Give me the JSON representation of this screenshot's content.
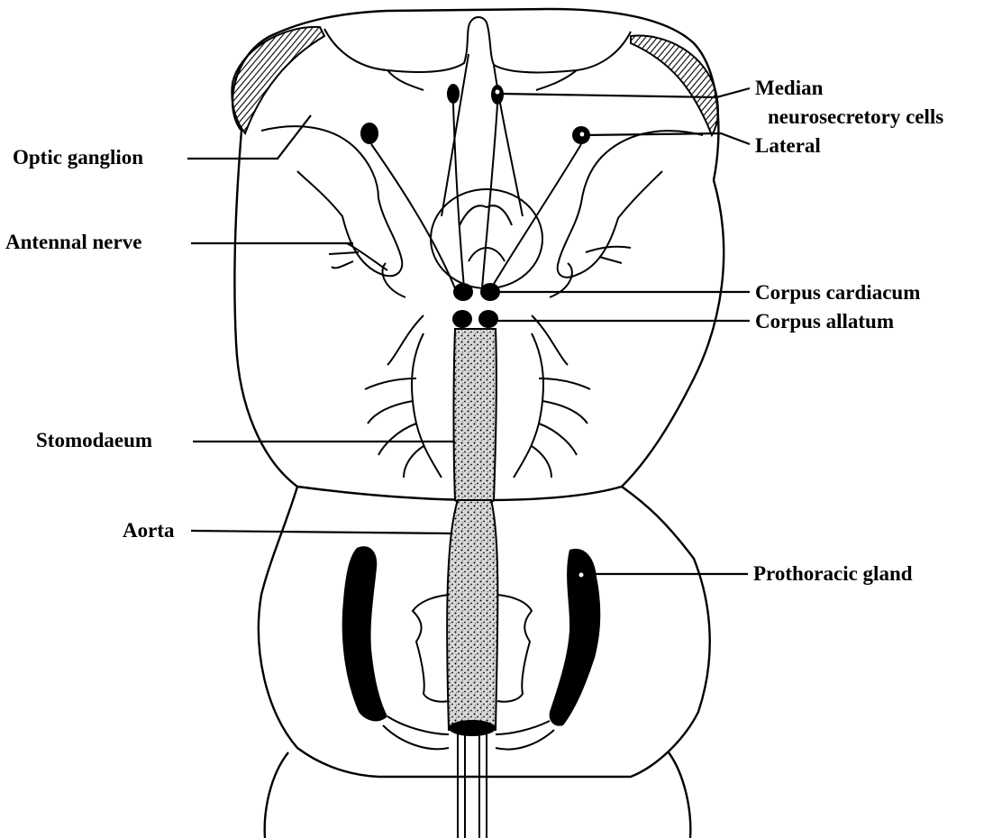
{
  "labels": {
    "median": "Median",
    "neurosecretory_cells": "neurosecretory cells",
    "lateral": "Lateral",
    "optic_ganglion": "Optic ganglion",
    "antennal_nerve": "Antennal nerve",
    "corpus_cardiacum": "Corpus cardiacum",
    "corpus_allatum": "Corpus allatum",
    "stomodaeum": "Stomodaeum",
    "aorta": "Aorta",
    "prothoracic_gland": "Prothoracic gland"
  },
  "colors": {
    "ink": "#000000",
    "paper": "#ffffff"
  }
}
